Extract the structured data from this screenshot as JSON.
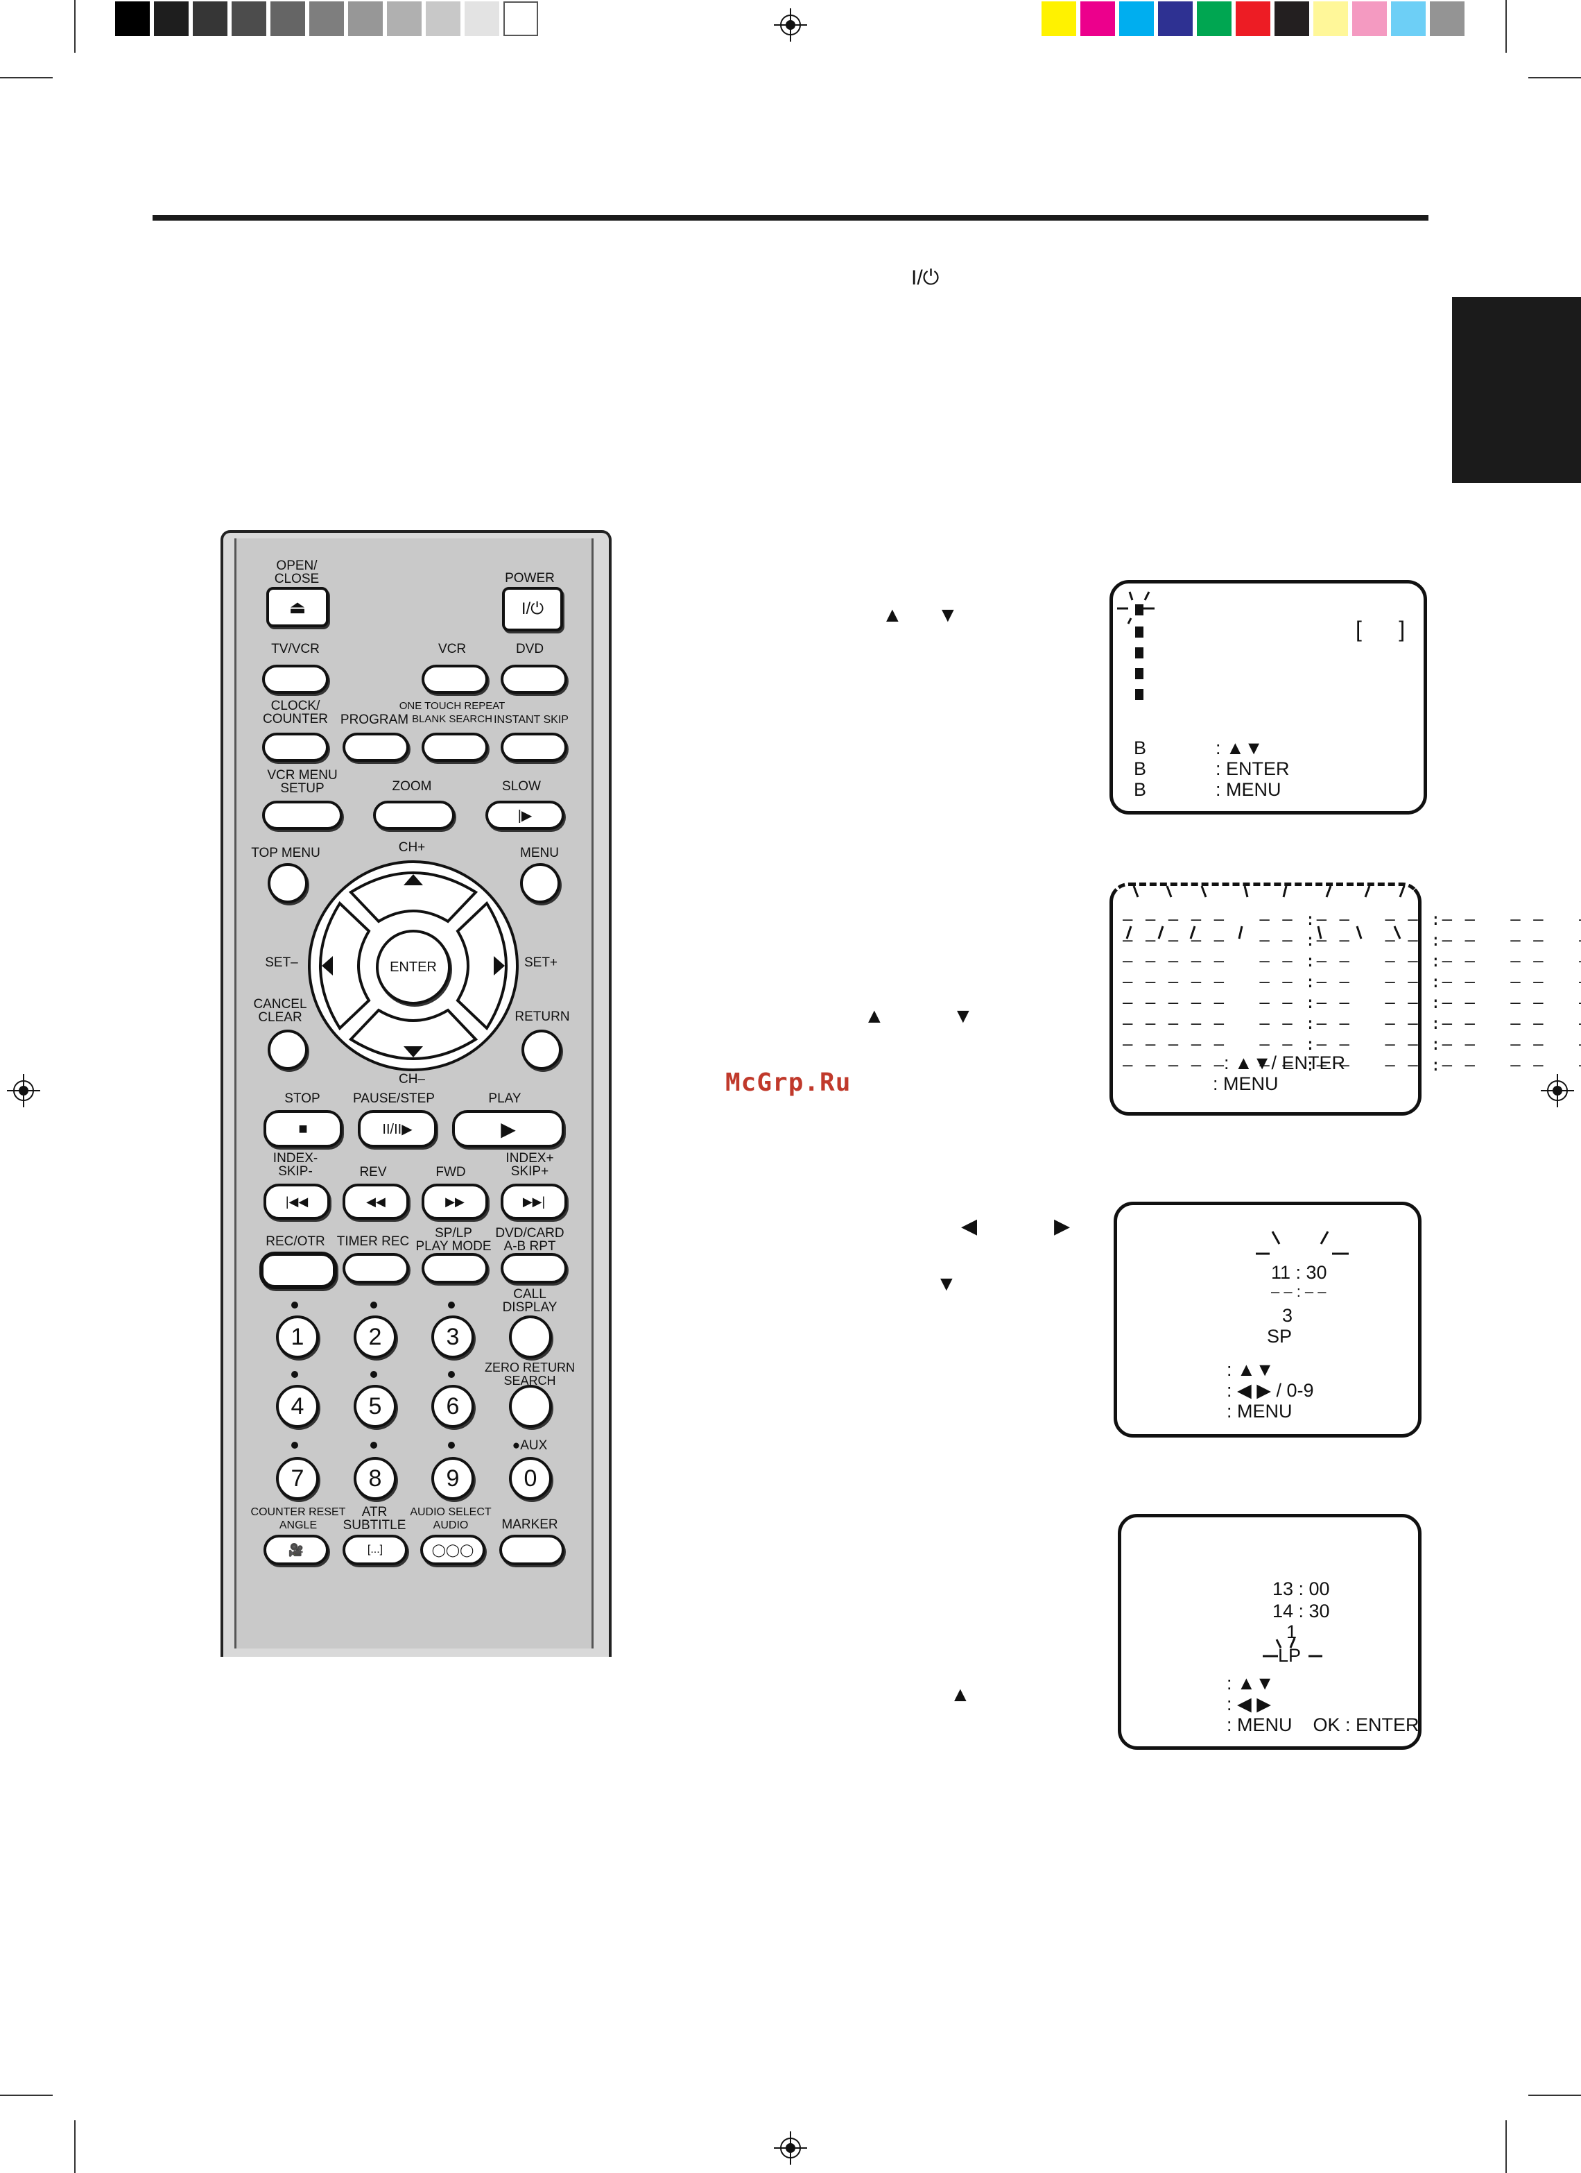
{
  "color_bar_left": [
    "#000000",
    "#1e1e1e",
    "#363636",
    "#4c4c4c",
    "#656565",
    "#7e7e7e",
    "#979797",
    "#b0b0b0",
    "#c8c8c8",
    "#e3e3e3",
    "#ffffff"
  ],
  "color_bar_right": [
    "#fff200",
    "#ec008c",
    "#00aeef",
    "#2e3192",
    "#00a651",
    "#ed1c24",
    "#231f20",
    "#fff799",
    "#f49ac1",
    "#6dcff6",
    "#949494"
  ],
  "header": {
    "power_symbol": "I/⏻"
  },
  "watermark": "McGrp.Ru",
  "remote": {
    "open_close": "OPEN/\nCLOSE",
    "eject_icon": "⏏",
    "power": "POWER",
    "power_icon": "I/⏻",
    "tv_vcr": "TV/VCR",
    "vcr": "VCR",
    "dvd": "DVD",
    "clock_counter": "CLOCK/\nCOUNTER",
    "program": "PROGRAM",
    "one_touch": "ONE TOUCH REPEAT\nBLANK SEARCH",
    "instant_skip": "INSTANT SKIP",
    "vcr_menu_setup": "VCR MENU\nSETUP",
    "zoom": "ZOOM",
    "slow": "SLOW",
    "top_menu": "TOP MENU",
    "ch_plus": "CH+",
    "menu": "MENU",
    "set_minus": "SET–",
    "enter": "ENTER",
    "set_plus": "SET+",
    "cancel_clear": "CANCEL\nCLEAR",
    "return": "RETURN",
    "ch_minus": "CH–",
    "stop": "STOP",
    "pause_step": "PAUSE/STEP",
    "play": "PLAY",
    "index_skip_minus": "INDEX-\nSKIP-",
    "rev": "REV",
    "fwd": "FWD",
    "index_skip_plus": "INDEX+\nSKIP+",
    "rec_otr": "REC/OTR",
    "timer_rec": "TIMER REC",
    "sp_lp": "SP/LP\nPLAY MODE",
    "dvd_card": "DVD/CARD\nA-B RPT",
    "call_display": "CALL\nDISPLAY",
    "zero_return": "ZERO RETURN\nSEARCH",
    "aux": "●AUX",
    "digits": [
      "1",
      "2",
      "3",
      "4",
      "5",
      "6",
      "7",
      "8",
      "9",
      "0"
    ],
    "counter_reset": "COUNTER RESET\nANGLE",
    "atr": "ATR\nSUBTITLE",
    "audio_select": "AUDIO SELECT\nAUDIO",
    "marker": "MARKER"
  },
  "screen1": {
    "bracket": "[      ]",
    "rows": [
      "B",
      "B",
      "B"
    ],
    "cmd1": ": ▲▼",
    "cmd2": ": ENTER",
    "cmd3": ": MENU"
  },
  "screen2": {
    "cmd1": ": ▲▼/ ENTER",
    "cmd2": ": MENU"
  },
  "screen3": {
    "time": "11 : 30",
    "dash": "– – : – –",
    "num": "3",
    "mode": "SP",
    "cmd1": ": ▲▼",
    "cmd2": ": ◀ ▶ / 0-9",
    "cmd3": ": MENU"
  },
  "screen4": {
    "t1": "13 : 00",
    "t2": "14 : 30",
    "num": "1",
    "mode": "LP",
    "cmd1": ": ▲▼",
    "cmd2": ": ◀ ▶",
    "cmd3": ": MENU    OK : ENTER"
  },
  "instructions": {
    "up": "▲",
    "down": "▼",
    "left": "◀",
    "right": "▶"
  }
}
